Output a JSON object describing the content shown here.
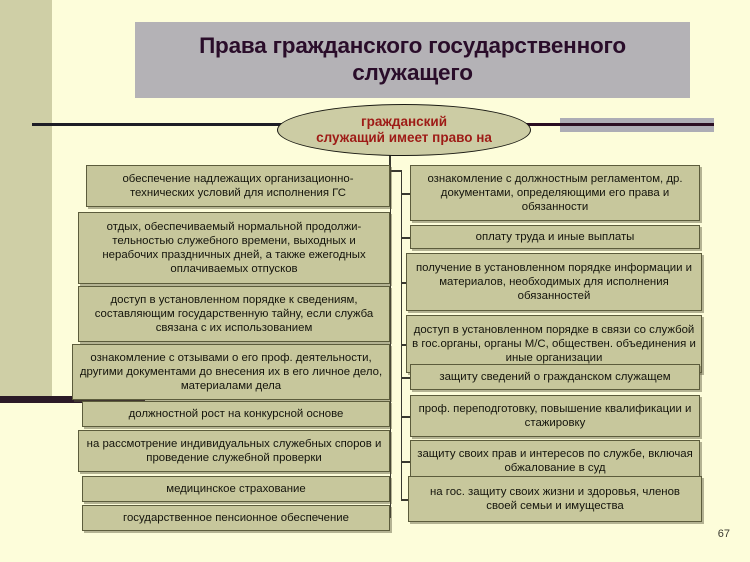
{
  "slide": {
    "title": "Права гражданского государственного служащего",
    "center_node": {
      "line1": "гражданский",
      "line2": "служащий имеет право на"
    },
    "page_number": "67",
    "colors": {
      "background": "#fdfdda",
      "title_bar": "#b4b2b6",
      "title_text": "#2a0d2a",
      "box_fill": "#c7c79c",
      "box_border": "#5c5c3c",
      "oval_fill": "#ccccA4",
      "oval_text": "#9e1b16",
      "band": "#cfcfa6",
      "connector": "#3a3a30"
    },
    "left_column": [
      {
        "text": "обеспечение надлежащих организационно-технических условий для исполнения ГС"
      },
      {
        "text": "отдых, обеспечиваемый нормальной продолжи-тельностью служебного времени, выходных и нерабочих праздничных дней, а также ежегодных оплачиваемых отпусков"
      },
      {
        "text": "доступ  в установленном порядке к сведениям, составляющим государственную тайну, если служба связана с их использованием"
      },
      {
        "text": "ознакомление с отзывами о его проф. деятельности, другими документами до внесения их в его личное дело, материалами дела"
      },
      {
        "text": "должностной рост на конкурсной основе"
      },
      {
        "text": "на рассмотрение индивидуальных служебных споров и проведение служебной проверки"
      },
      {
        "text": "медицинское страхование"
      },
      {
        "text": "государственное пенсионное обеспечение"
      }
    ],
    "right_column": [
      {
        "text": "ознакомление с должностным регламентом, др. документами, определяющими его права и обязанности"
      },
      {
        "text": "оплату труда и иные выплаты"
      },
      {
        "text": "получение в установленном порядке информации и материалов, необходимых для исполнения обязанностей"
      },
      {
        "text": "доступ в установленном порядке в связи со службой в гос.органы, органы М/С, обществен. объединения и иные организации"
      },
      {
        "text": "защиту сведений о гражданском служащем"
      },
      {
        "text": "проф. переподготовку, повышение квалификации и стажировку"
      },
      {
        "text": "защиту своих прав и интересов по службе, включая обжалование в суд"
      },
      {
        "text": "на гос. защиту своих жизни и здоровья, членов своей семьи и имущества"
      }
    ]
  }
}
